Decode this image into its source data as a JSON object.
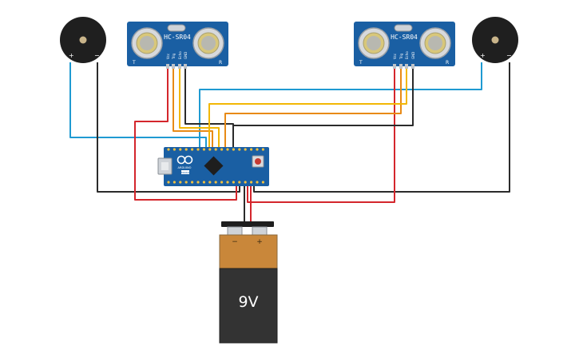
{
  "diagram": {
    "sensors": [
      {
        "label": "HC-SR04",
        "pins": [
          "Vcc",
          "Trig",
          "Echo",
          "GND"
        ],
        "left_mark": "T",
        "right_mark": "R"
      },
      {
        "label": "HC-SR04",
        "pins": [
          "Vcc",
          "Trig",
          "Echo",
          "GND"
        ],
        "left_mark": "T",
        "right_mark": "R"
      }
    ],
    "buzzers": [
      {
        "plus": "+",
        "minus": "−"
      },
      {
        "plus": "+",
        "minus": "−"
      }
    ],
    "arduino": {
      "brand": "ARDUINO",
      "model": "MICRO"
    },
    "battery": {
      "label": "9V",
      "minus": "−",
      "plus": "+"
    }
  },
  "colors": {
    "board": "#1a5fa3",
    "wire_red": "#d4262c",
    "wire_black": "#2b2b2b",
    "wire_blue": "#1f9ad2",
    "wire_yellow": "#f2b705",
    "wire_orange": "#e88a16",
    "battery_top": "#c9873a",
    "battery_body": "#333333"
  }
}
